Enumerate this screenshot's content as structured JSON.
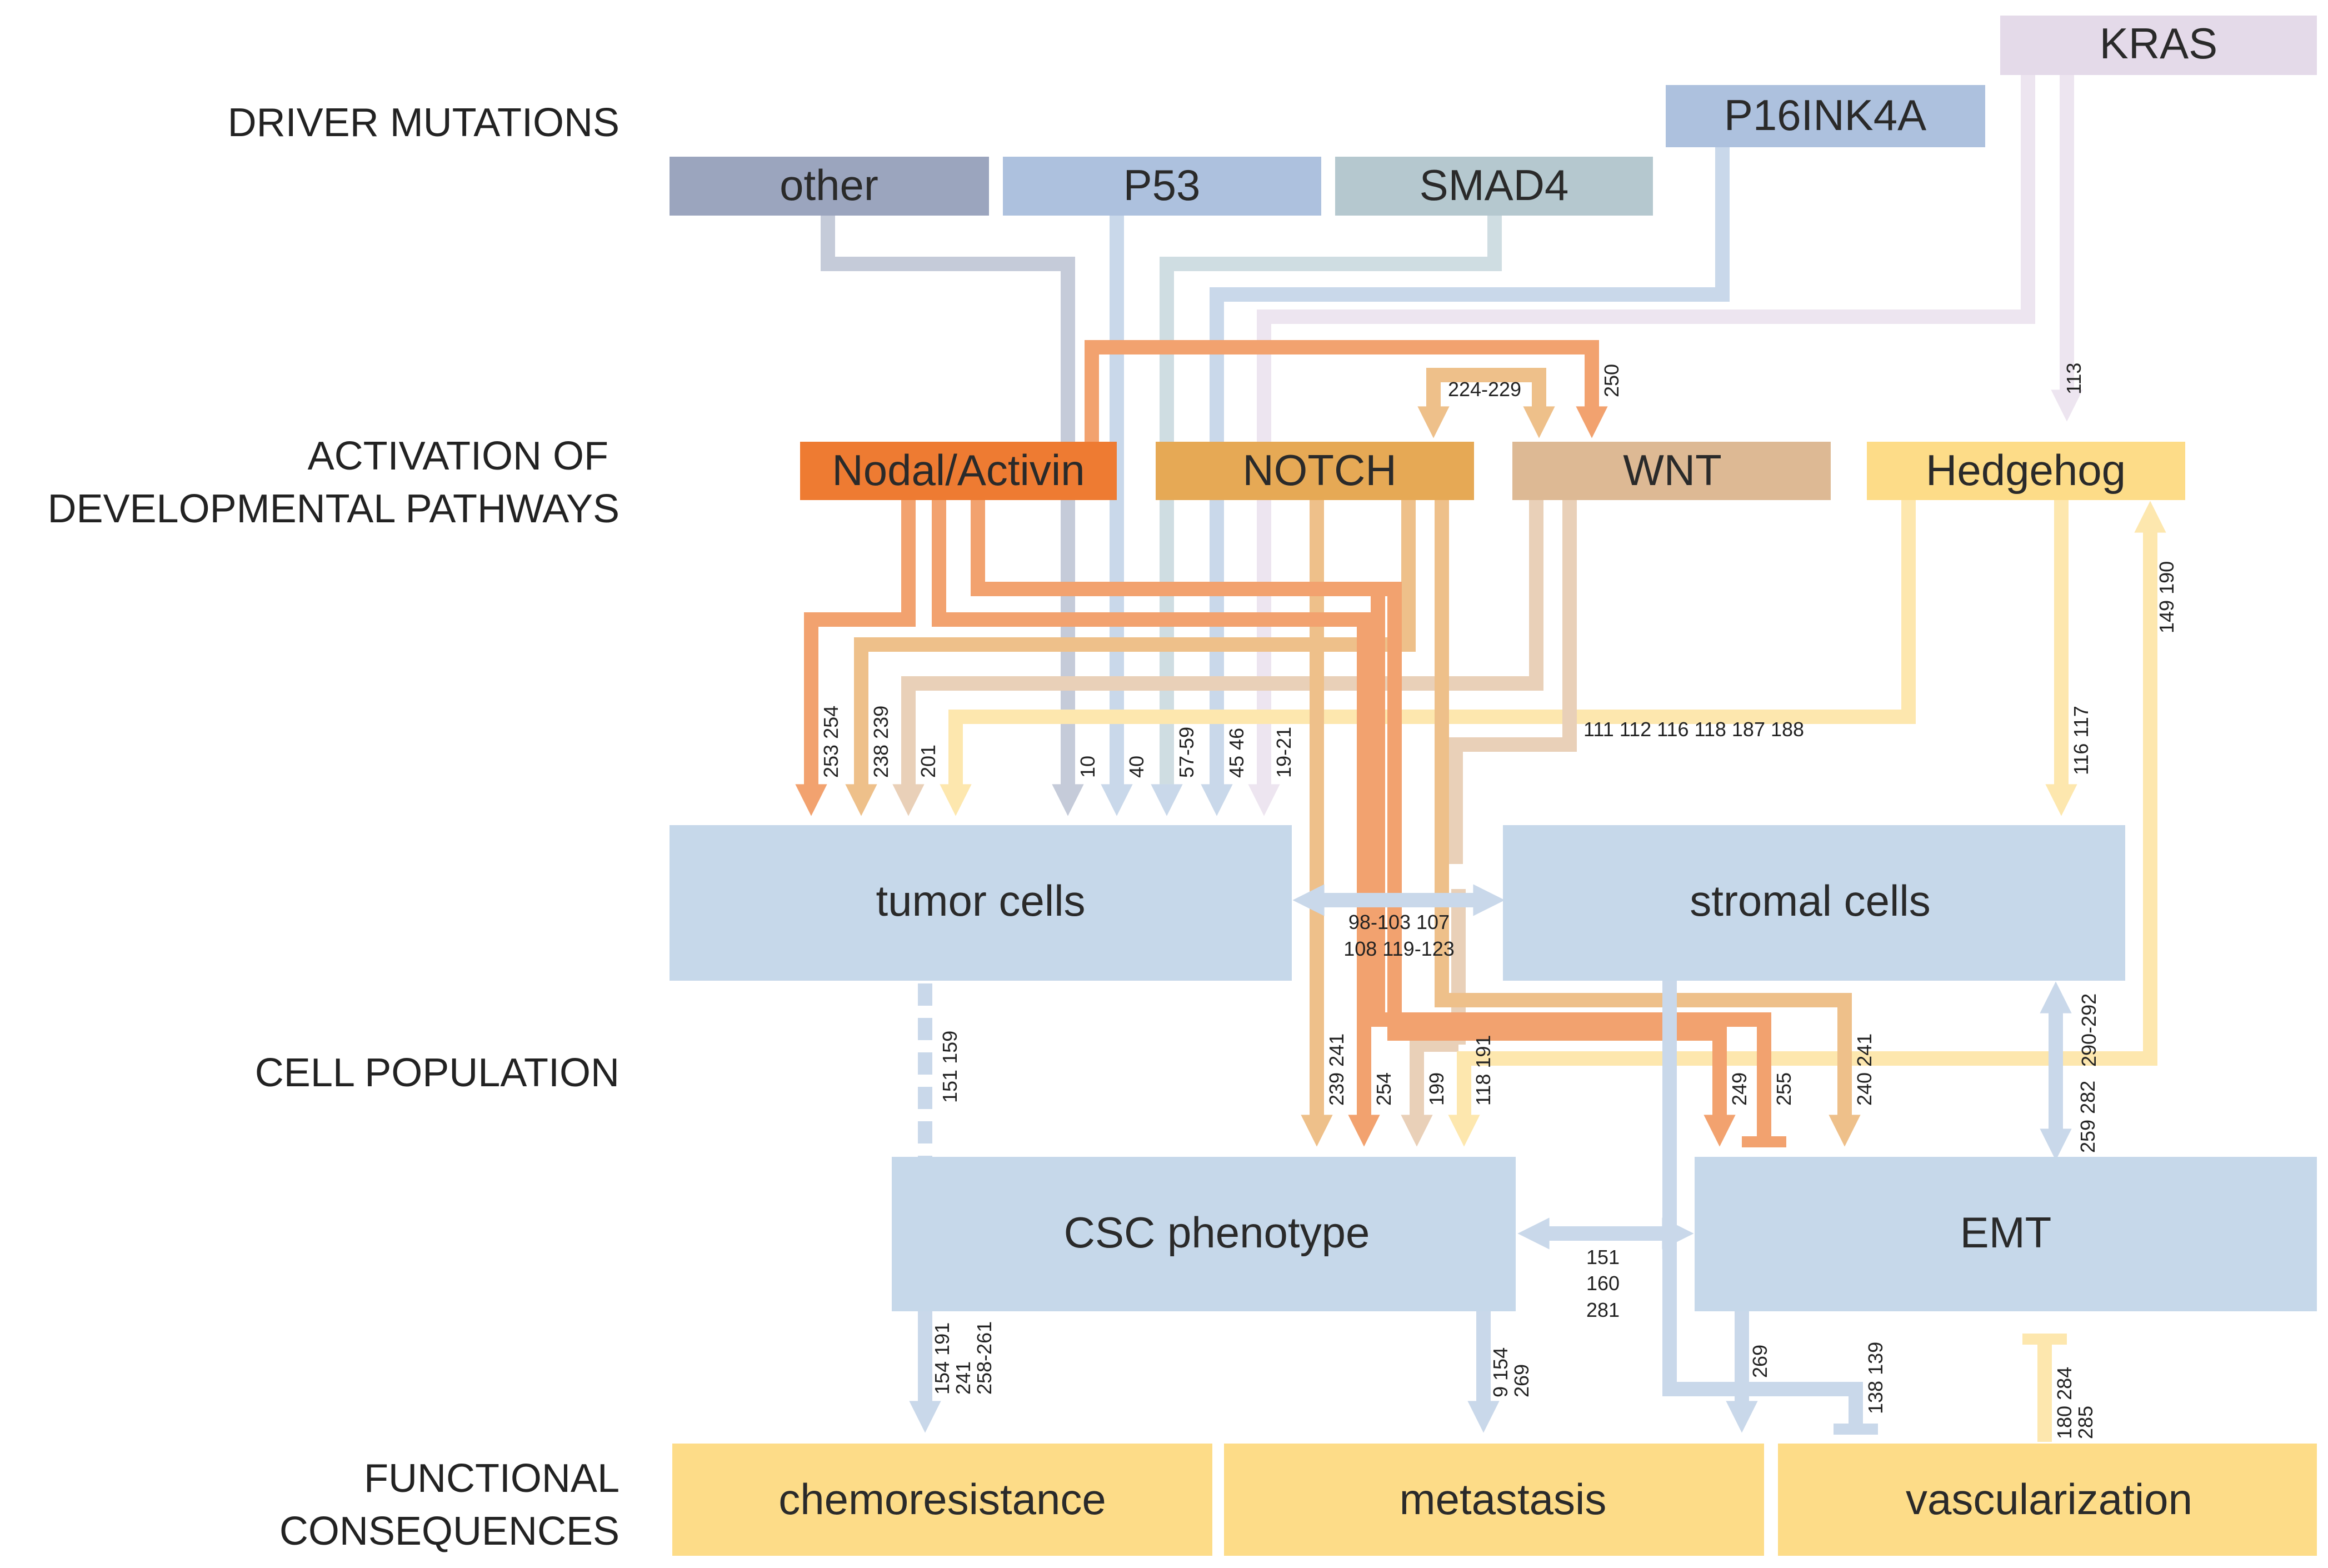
{
  "row_labels": {
    "driver": "DRIVER MUTATIONS",
    "activation_1": "ACTIVATION OF",
    "activation_2": "DEVELOPMENTAL PATHWAYS",
    "population": "CELL POPULATION",
    "functional_1": "FUNCTIONAL",
    "functional_2": "CONSEQUENCES"
  },
  "mutations": {
    "other": "other",
    "p53": "P53",
    "smad4": "SMAD4",
    "p16": "P16INK4A",
    "kras": "KRAS"
  },
  "pathways": {
    "nodal": "Nodal/Activin",
    "notch": "NOTCH",
    "wnt": "WNT",
    "hedgehog": "Hedgehog"
  },
  "cells": {
    "tumor": "tumor cells",
    "stromal": "stromal cells",
    "csc": "CSC phenotype",
    "emt": "EMT"
  },
  "consequences": {
    "chemoresistance": "chemoresistance",
    "metastasis": "metastasis",
    "vascularization": "vascularization"
  },
  "refs": {
    "notch_wnt": "224-229",
    "nodal_wnt": "250",
    "kras_hedgehog": "113",
    "hedgehog_vasc": "149 190",
    "nodal_tumor": "253 254",
    "notch_tumor": "238 239",
    "wnt_tumor": "201",
    "other_tumor": "10",
    "p53_tumor": "40",
    "smad4_tumor": "57-59",
    "p16_tumor": "45 46",
    "kras_tumor": "19-21",
    "wnt_stromal": "111 112 116 118 187 188",
    "hedgehog_stromal": "116 117",
    "tumor_stromal_1": "98-103 107",
    "tumor_stromal_2": "108 119-123",
    "tumor_csc": "151 159",
    "notch_csc": "239 241",
    "nodal_csc": "254",
    "wnt_csc": "199",
    "hedgehog_csc": "118 191",
    "nodal_emt": "249",
    "nodal_emt_inhibit": "255",
    "notch_emt": "240 241",
    "stromal_emt_vert": "290-292",
    "stromal_emt": "259 282",
    "csc_emt_1": "151",
    "csc_emt_2": "160",
    "csc_emt_3": "281",
    "csc_chemo_1": "154 191",
    "csc_chemo_2": "241",
    "csc_chemo_3": "258-261",
    "csc_meta_1": "9 154",
    "csc_meta_2": "269",
    "emt_meta": "269",
    "stromal_vasc": "138 139",
    "vasc_inhibit_1": "180 284",
    "vasc_inhibit_2": "285"
  },
  "colors": {
    "other": "#9ba5be",
    "p53": "#adc1de",
    "smad4": "#b5c8cf",
    "p16": "#adc1de",
    "kras": "#e4dae9",
    "nodal": "#ee7b32",
    "notch": "#e6a955",
    "wnt": "#ddb994",
    "hedgehog": "#fddc88",
    "cell": "#c6d8ea",
    "consequence": "#fddc88"
  }
}
